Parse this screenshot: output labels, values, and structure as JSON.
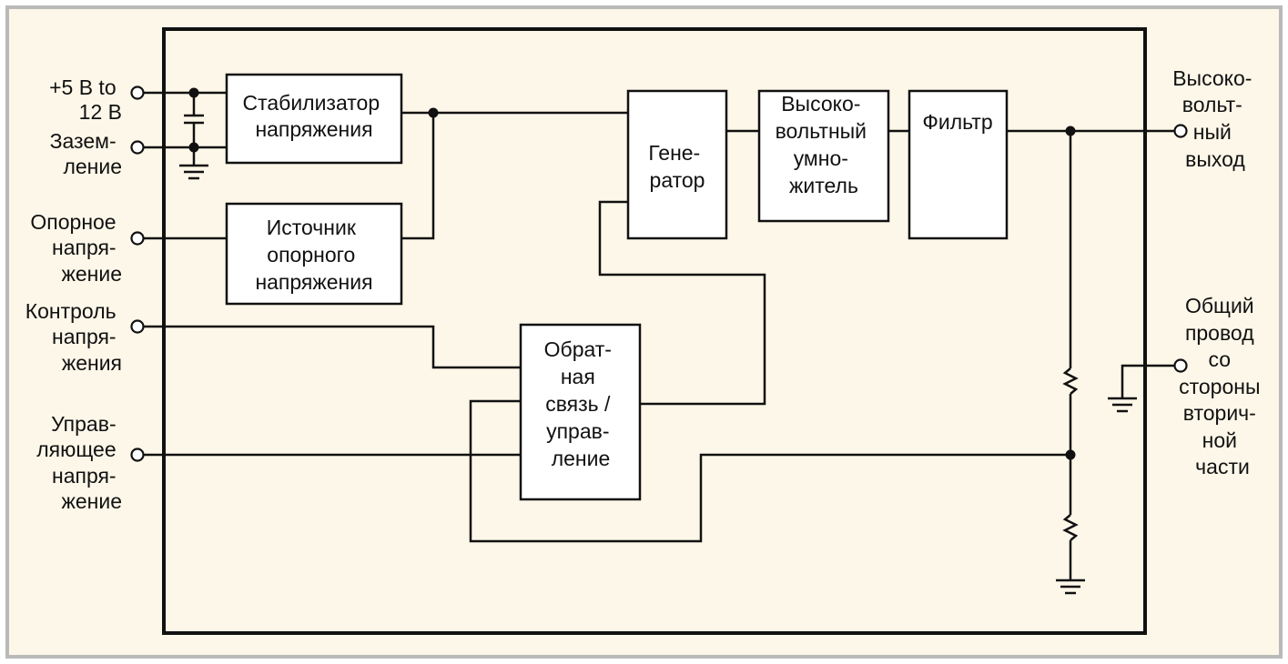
{
  "colors": {
    "background": "#fdf7e9",
    "border": "#b9b9b9",
    "line": "#111111",
    "block_fill": "#ffffff"
  },
  "inputs": {
    "supply": [
      "+5 В to",
      "12 В"
    ],
    "ground": [
      "Зазем-",
      "ление"
    ],
    "reference": [
      "Опорное",
      "напря-",
      "жение"
    ],
    "monitor": [
      "Контроль",
      "напря-",
      "жения"
    ],
    "control": [
      "Управ-",
      "ляющее",
      "напря-",
      "жение"
    ]
  },
  "outputs": {
    "hv_output": [
      "Высоко-",
      "вольт-",
      "ный",
      "выход"
    ],
    "secondary_return": [
      "Общий",
      "провод",
      "со",
      "стороны",
      "вторич-",
      "ной",
      "части"
    ]
  },
  "blocks": {
    "regulator": [
      "Стабилизатор",
      "напряжения"
    ],
    "reference_source": [
      "Источник",
      "опорного",
      "напряжения"
    ],
    "oscillator": [
      "Гене-",
      "ратор"
    ],
    "multiplier": [
      "Высоко-",
      "вольтный",
      "умно-",
      "житель"
    ],
    "filter": [
      "Фильтр"
    ],
    "feedback": [
      "Обрат-",
      "ная",
      "связь /",
      "управ-",
      "ление"
    ]
  }
}
